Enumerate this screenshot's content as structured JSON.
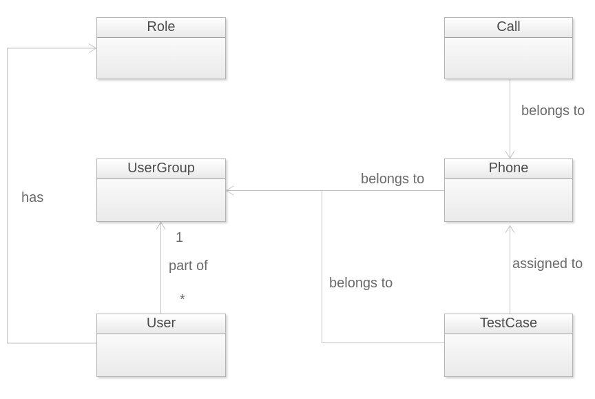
{
  "diagram_type": "uml-class-diagram",
  "classes": {
    "role": {
      "title": "Role"
    },
    "call": {
      "title": "Call"
    },
    "usergroup": {
      "title": "UserGroup"
    },
    "phone": {
      "title": "Phone"
    },
    "user": {
      "title": "User"
    },
    "testcase": {
      "title": "TestCase"
    }
  },
  "edges": [
    {
      "from": "User",
      "to": "Role",
      "label": "has",
      "arrow": "open-arrow-at-target"
    },
    {
      "from": "Call",
      "to": "Phone",
      "label": "belongs to",
      "arrow": "open-arrow-at-target"
    },
    {
      "from": "Phone",
      "to": "UserGroup",
      "label": "belongs to",
      "arrow": "open-arrow-at-target"
    },
    {
      "from": "TestCase",
      "to": "UserGroup",
      "label": "belongs to",
      "arrow": "open-arrow-at-target"
    },
    {
      "from": "TestCase",
      "to": "Phone",
      "label": "assigned to",
      "arrow": "open-arrow-at-target"
    },
    {
      "from": "User",
      "to": "UserGroup",
      "label": "part of",
      "arrow": "open-arrow-at-target",
      "target_multiplicity": "1",
      "source_multiplicity": "*"
    }
  ],
  "colors": {
    "background": "#ffffff",
    "box_border": "#b4b4b4",
    "box_divider": "#a0a0a0",
    "box_fill_top": "#ffffff",
    "box_fill_bottom": "#e9e9e9",
    "connector": "#c2c2c2",
    "title_text": "#4c4c4c",
    "label_text": "#6a6a6a"
  }
}
